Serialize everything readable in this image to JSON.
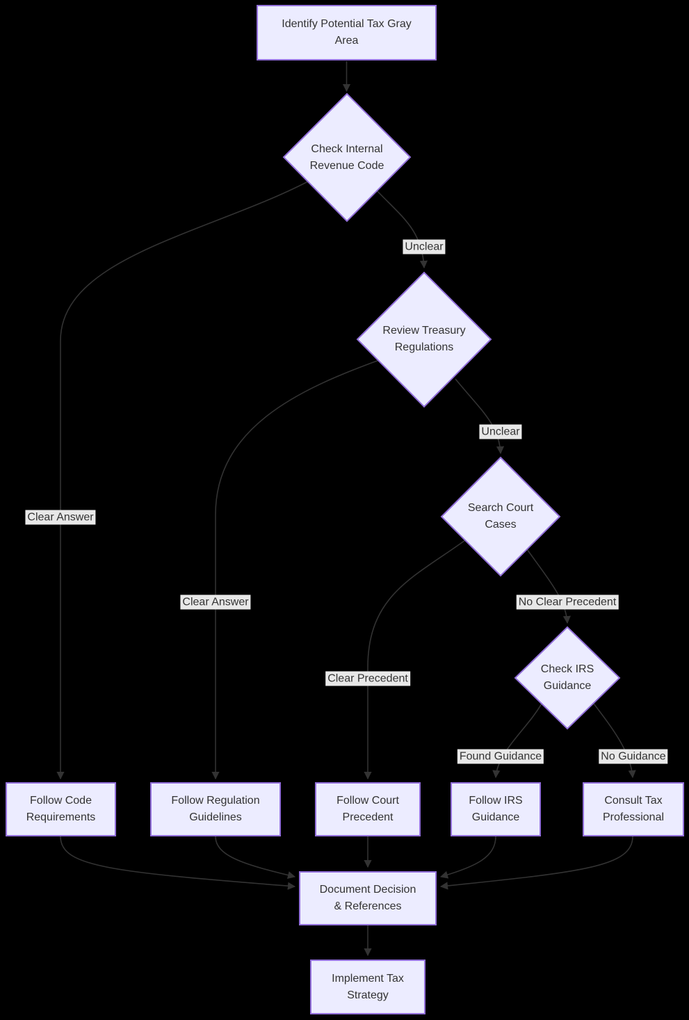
{
  "diagram": {
    "type": "flowchart",
    "background_color": "#000000",
    "node_fill_color": "#ECECFF",
    "node_border_color": "#9370DB",
    "edge_color": "#333333",
    "text_color": "#333333",
    "edge_label_bg_color": "#e8e8e8"
  },
  "nodes": {
    "identify": {
      "shape": "rect",
      "label": "Identify Potential Tax Gray Area",
      "lines": [
        "Identify Potential Tax Gray",
        "Area"
      ]
    },
    "check_irc": {
      "shape": "diamond",
      "label": "Check Internal Revenue Code",
      "lines": [
        "Check Internal",
        "Revenue Code"
      ]
    },
    "review_treasury": {
      "shape": "diamond",
      "label": "Review Treasury Regulations",
      "lines": [
        "Review Treasury",
        "Regulations"
      ]
    },
    "search_court": {
      "shape": "diamond",
      "label": "Search Court Cases",
      "lines": [
        "Search Court",
        "Cases"
      ]
    },
    "check_irs": {
      "shape": "diamond",
      "label": "Check IRS Guidance",
      "lines": [
        "Check IRS",
        "Guidance"
      ]
    },
    "follow_code": {
      "shape": "rect",
      "label": "Follow Code Requirements",
      "lines": [
        "Follow Code",
        "Requirements"
      ]
    },
    "follow_regulation": {
      "shape": "rect",
      "label": "Follow Regulation Guidelines",
      "lines": [
        "Follow Regulation",
        "Guidelines"
      ]
    },
    "follow_court": {
      "shape": "rect",
      "label": "Follow Court Precedent",
      "lines": [
        "Follow Court",
        "Precedent"
      ]
    },
    "follow_irs": {
      "shape": "rect",
      "label": "Follow IRS Guidance",
      "lines": [
        "Follow IRS",
        "Guidance"
      ]
    },
    "consult_tax": {
      "shape": "rect",
      "label": "Consult Tax Professional",
      "lines": [
        "Consult Tax",
        "Professional"
      ]
    },
    "document": {
      "shape": "rect",
      "label": "Document Decision & References",
      "lines": [
        "Document Decision",
        "& References"
      ]
    },
    "implement": {
      "shape": "rect",
      "label": "Implement Tax Strategy",
      "lines": [
        "Implement Tax",
        "Strategy"
      ]
    }
  },
  "edges": [
    {
      "from": "identify",
      "to": "check_irc",
      "label": ""
    },
    {
      "from": "check_irc",
      "to": "follow_code",
      "label": "Clear Answer"
    },
    {
      "from": "check_irc",
      "to": "review_treasury",
      "label": "Unclear"
    },
    {
      "from": "review_treasury",
      "to": "follow_regulation",
      "label": "Clear Answer"
    },
    {
      "from": "review_treasury",
      "to": "search_court",
      "label": "Unclear"
    },
    {
      "from": "search_court",
      "to": "follow_court",
      "label": "Clear Precedent"
    },
    {
      "from": "search_court",
      "to": "check_irs",
      "label": "No Clear Precedent"
    },
    {
      "from": "check_irs",
      "to": "follow_irs",
      "label": "Found Guidance"
    },
    {
      "from": "check_irs",
      "to": "consult_tax",
      "label": "No Guidance"
    },
    {
      "from": "follow_code",
      "to": "document",
      "label": ""
    },
    {
      "from": "follow_regulation",
      "to": "document",
      "label": ""
    },
    {
      "from": "follow_court",
      "to": "document",
      "label": ""
    },
    {
      "from": "follow_irs",
      "to": "document",
      "label": ""
    },
    {
      "from": "consult_tax",
      "to": "document",
      "label": ""
    },
    {
      "from": "document",
      "to": "implement",
      "label": ""
    }
  ]
}
